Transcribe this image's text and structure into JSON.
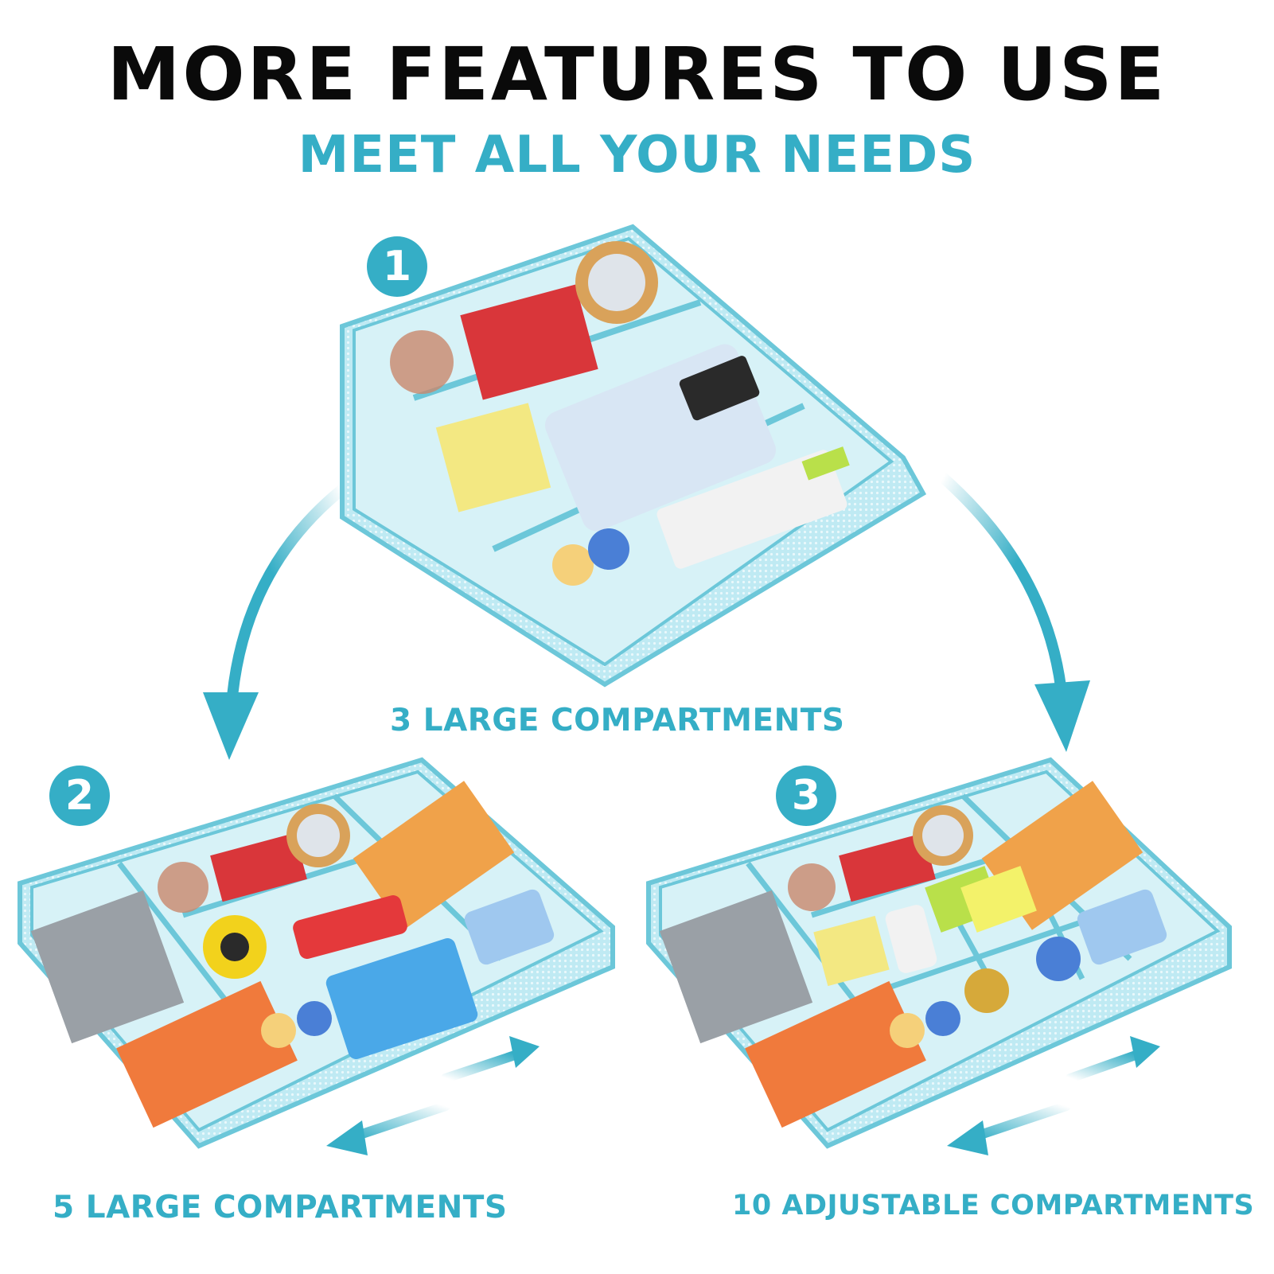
{
  "headline": "MORE FEATURES TO USE",
  "subheadline": "MEET ALL YOUR NEEDS",
  "colors": {
    "accent": "#35aec6",
    "tray": "#a9e4ef",
    "tray_edge": "#6cc7d9",
    "headline": "#0a0a0a"
  },
  "configurations": [
    {
      "badge": "1",
      "caption": "3 LARGE COMPARTMENTS"
    },
    {
      "badge": "2",
      "caption": "5 LARGE COMPARTMENTS"
    },
    {
      "badge": "3",
      "caption": "10 ADJUSTABLE COMPARTMENTS"
    }
  ]
}
